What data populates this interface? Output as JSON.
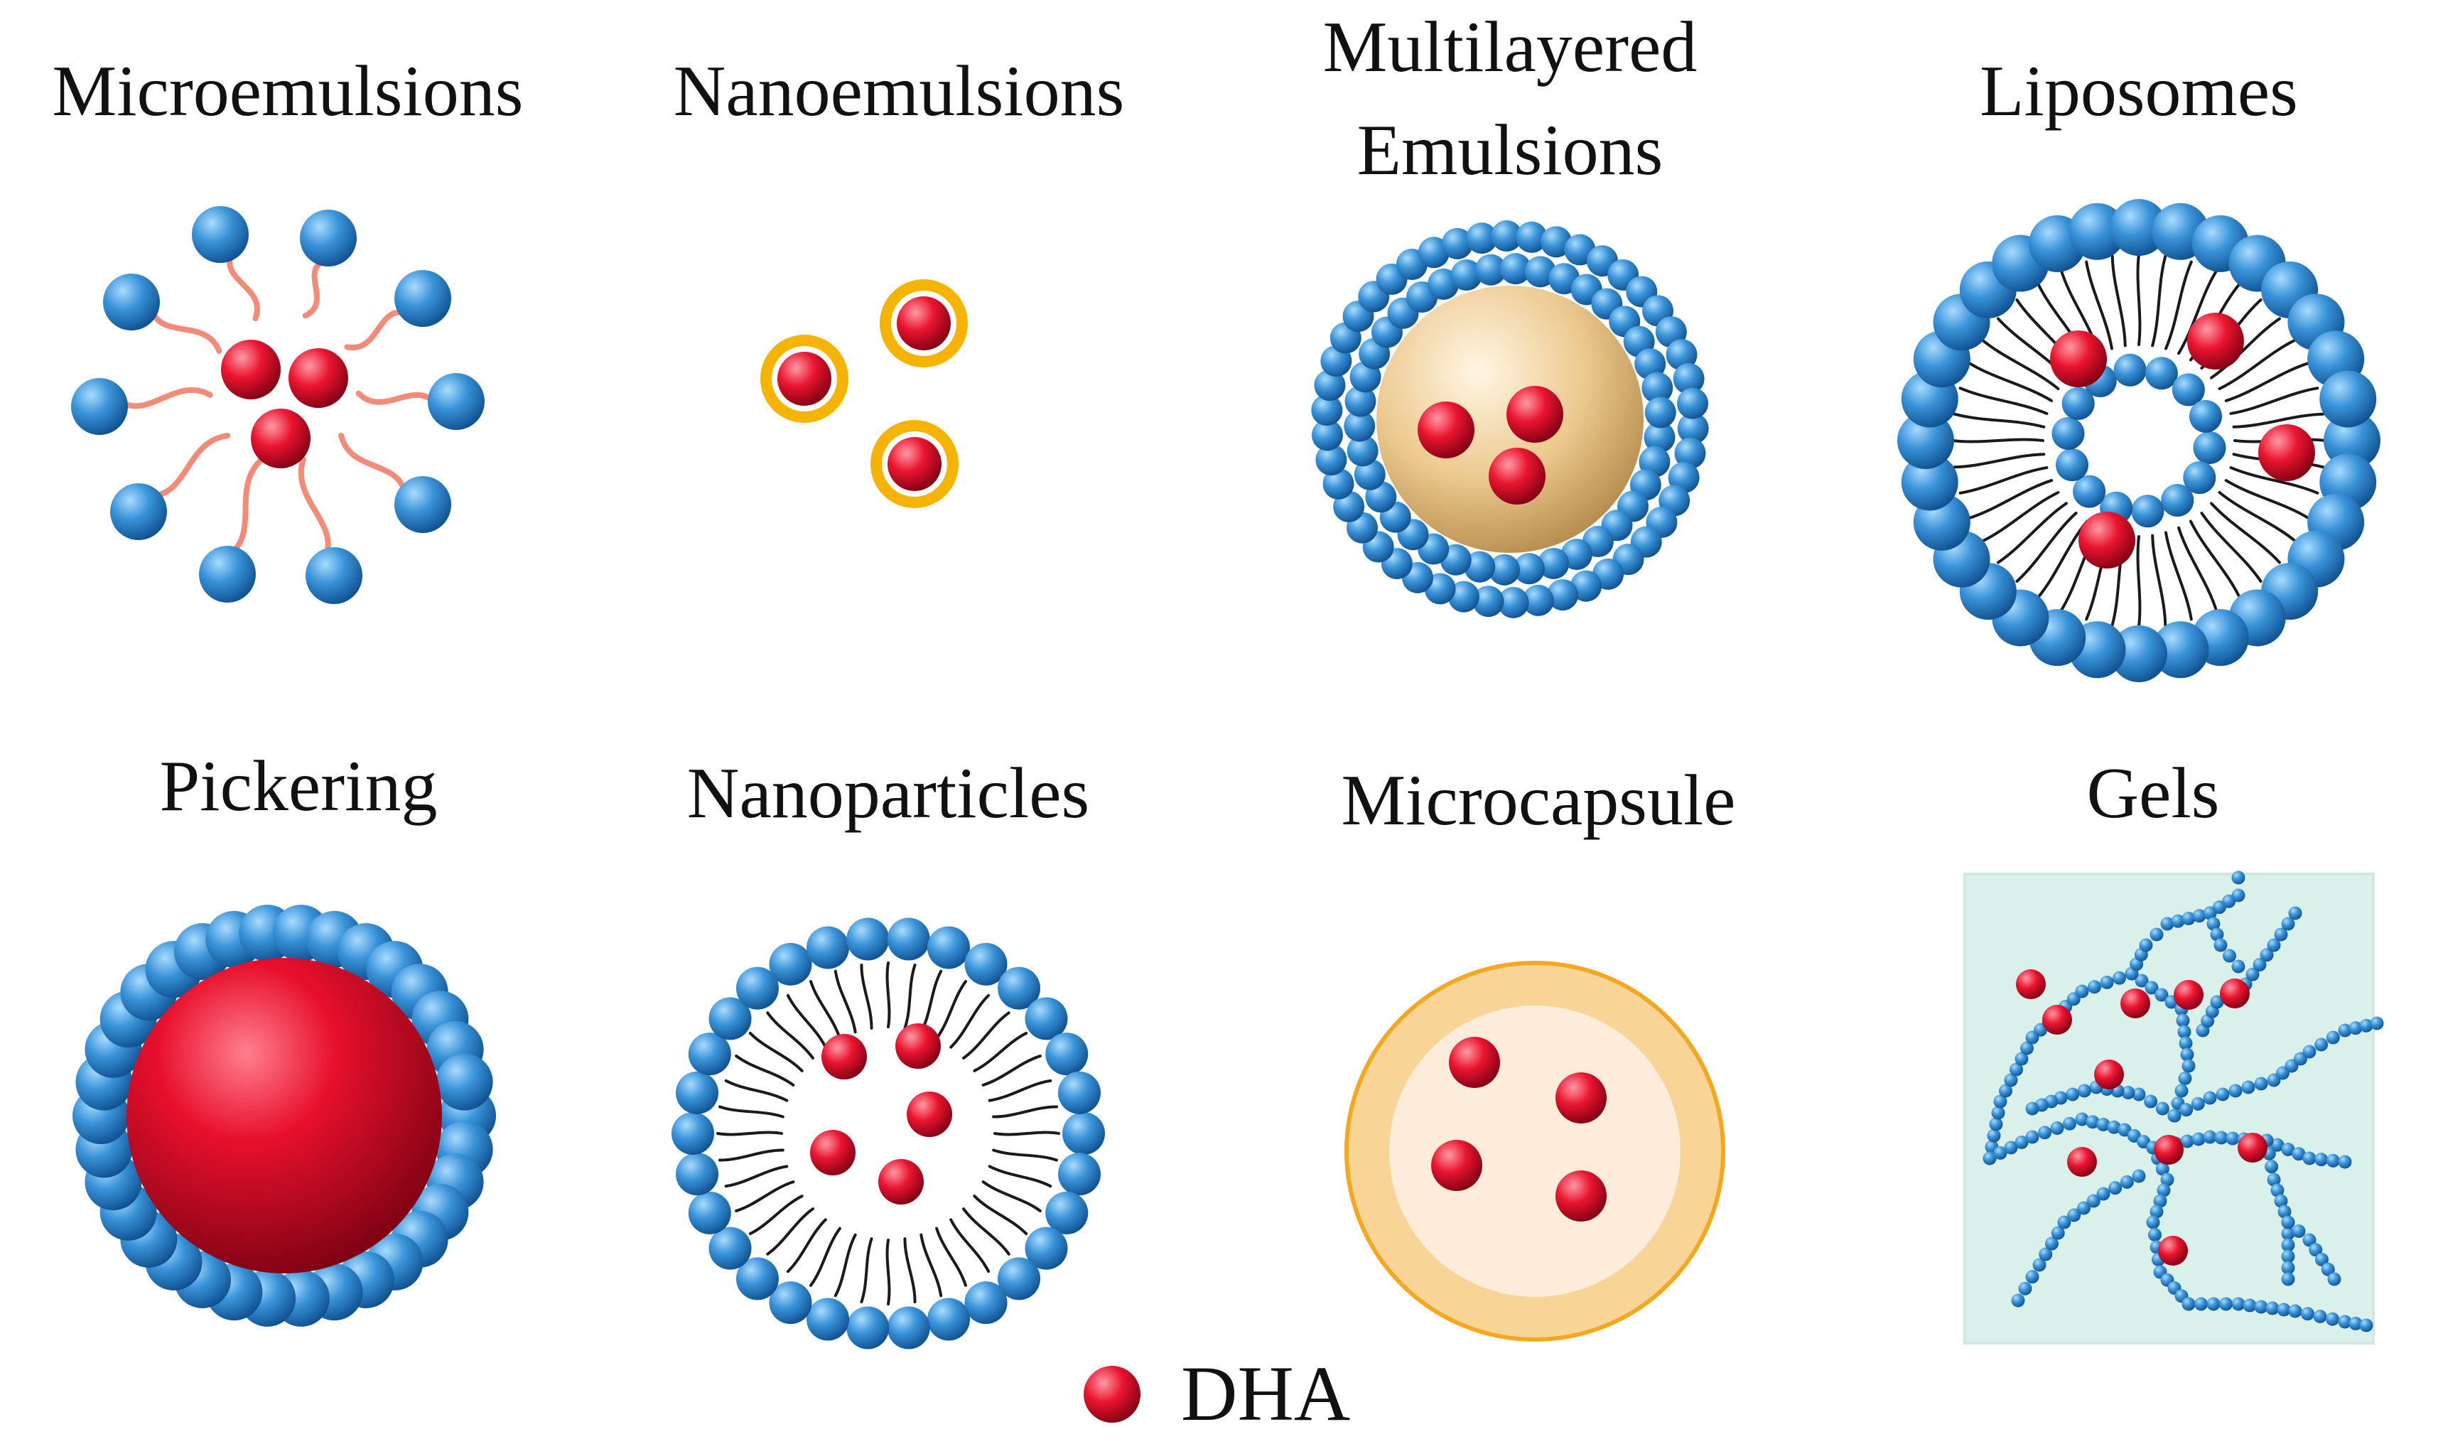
{
  "panels": {
    "microemulsions": {
      "label": "Microemulsions"
    },
    "nanoemulsions": {
      "label": "Nanoemulsions"
    },
    "multilayered": {
      "label_line1": "Multilayered",
      "label_line2": "Emulsions"
    },
    "liposomes": {
      "label": "Liposomes"
    },
    "pickering": {
      "label": "Pickering"
    },
    "nanoparticles": {
      "label": "Nanoparticles"
    },
    "microcapsule": {
      "label": "Microcapsule"
    },
    "gels": {
      "label": "Gels"
    }
  },
  "legend": {
    "label": "DHA"
  },
  "colors": {
    "dha": "#e8102c",
    "surfactant_head": "#2f86cc",
    "tail_micro": "#f28b78",
    "tail_lipid": "#1a1a1a",
    "nano_shell": "#f5b400",
    "oil_core": "#e9c58c",
    "capsule_outer": "#f8d596",
    "capsule_inner": "#fdecd9",
    "capsule_border": "#f5a81f",
    "gel_bg": "#d9f1ea"
  }
}
